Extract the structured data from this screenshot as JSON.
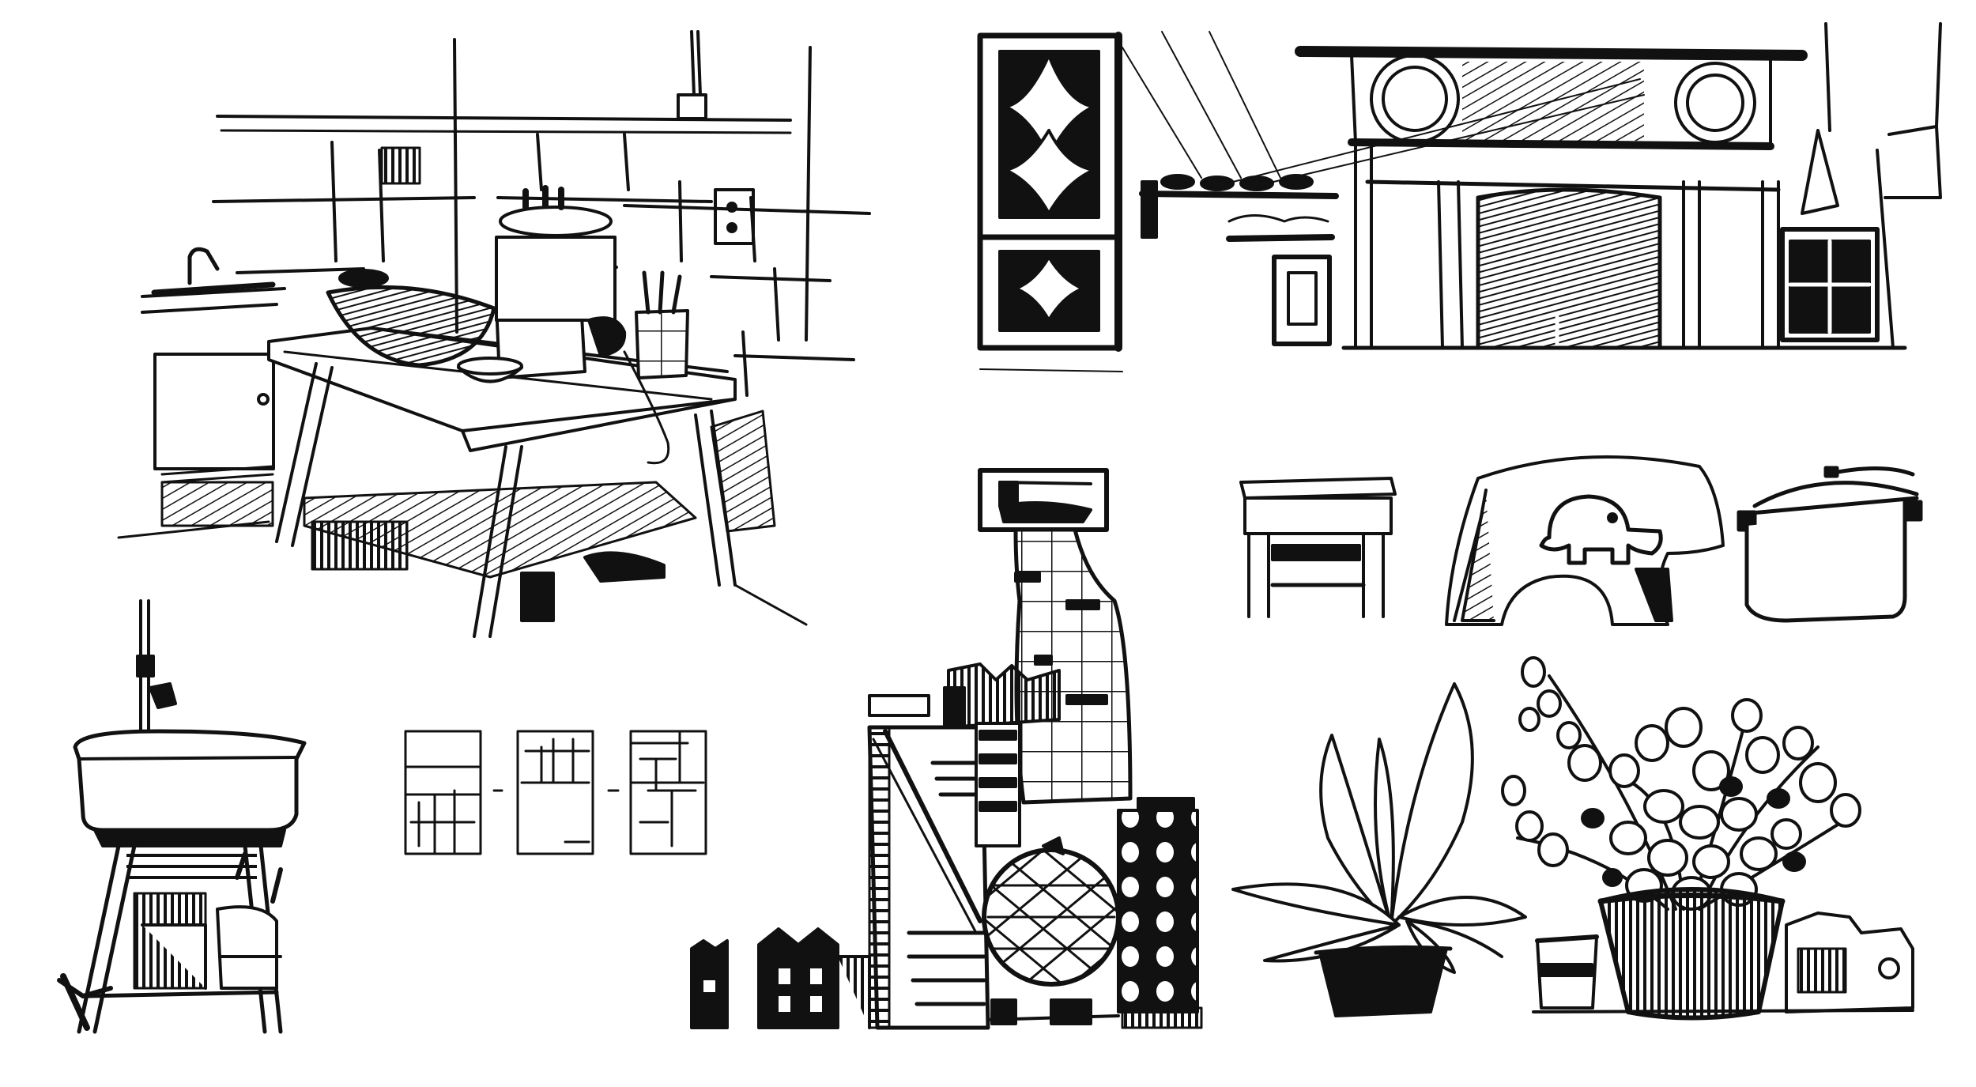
{
  "sheet": {
    "background_color": "#ffffff",
    "ink_color": "#111111",
    "sketches": [
      "kitchen-table-scene",
      "shopfront-facade",
      "wooden-stool",
      "elephant-stool",
      "cooking-pot",
      "wash-basin-stand",
      "three-panel-studies",
      "city-skyline-collage",
      "leafy-potted-plant",
      "round-leaf-potted-plant"
    ]
  }
}
